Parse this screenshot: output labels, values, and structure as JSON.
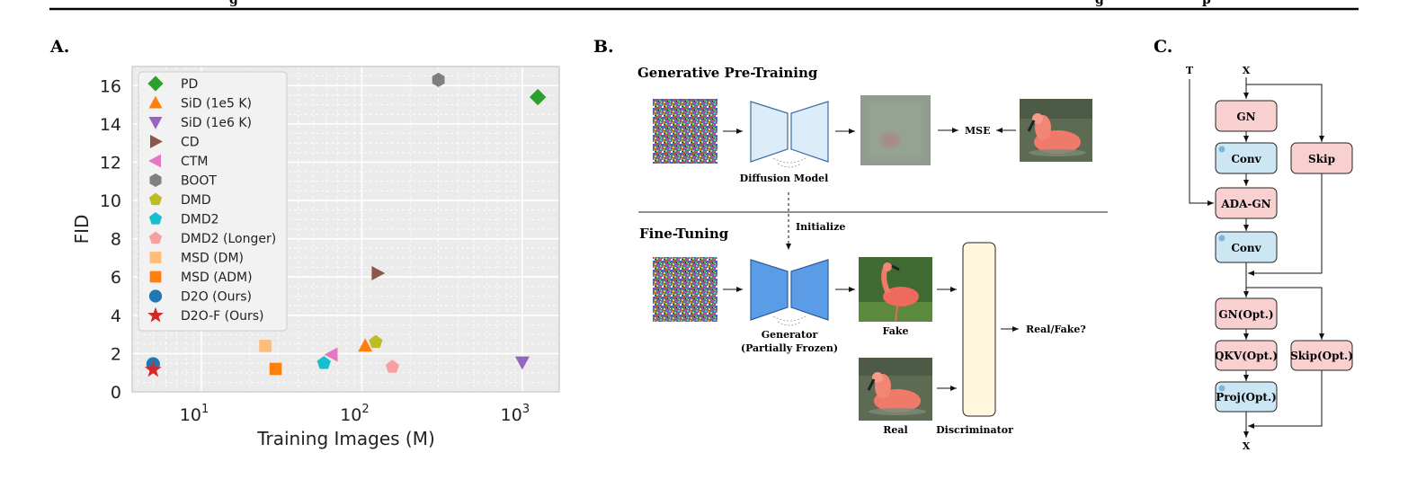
{
  "header_fragment_left": "g",
  "header_fragment_right": "g",
  "header_fragment_right2": "p",
  "panels": {
    "a": "A.",
    "b": "B.",
    "c": "C."
  },
  "chart_data": {
    "type": "scatter",
    "title": "",
    "xlabel": "Training Images (M)",
    "ylabel": "FID",
    "xscale": "log",
    "xlim": [
      3.7,
      1700
    ],
    "ylim": [
      0,
      17
    ],
    "xticks": [
      10,
      100,
      1000
    ],
    "xtick_labels": [
      [
        "10",
        "1"
      ],
      [
        "10",
        "2"
      ],
      [
        "10",
        "3"
      ]
    ],
    "yticks": [
      0,
      2,
      4,
      6,
      8,
      10,
      12,
      14,
      16
    ],
    "grid": true,
    "legend_position": "top-left",
    "series": [
      {
        "name": "PD",
        "marker": "diamond",
        "color": "#2ca02c",
        "points": [
          [
            1250,
            15.4
          ]
        ]
      },
      {
        "name": "SiD (1e5 K)",
        "marker": "triangle-up",
        "color": "#ff7f0e",
        "points": [
          [
            105,
            2.4
          ]
        ]
      },
      {
        "name": "SiD (1e6 K)",
        "marker": "triangle-down",
        "color": "#9467bd",
        "points": [
          [
            1000,
            1.55
          ]
        ]
      },
      {
        "name": "CD",
        "marker": "triangle-right",
        "color": "#8c564b",
        "points": [
          [
            125,
            6.2
          ]
        ]
      },
      {
        "name": "CTM",
        "marker": "triangle-left",
        "color": "#e377c2",
        "points": [
          [
            65,
            1.95
          ]
        ]
      },
      {
        "name": "BOOT",
        "marker": "hexagon",
        "color": "#7f7f7f",
        "points": [
          [
            300,
            16.3
          ]
        ]
      },
      {
        "name": "DMD",
        "marker": "pentagon",
        "color": "#bcbd22",
        "points": [
          [
            122,
            2.6
          ]
        ]
      },
      {
        "name": "DMD2",
        "marker": "pentagon",
        "color": "#17becf",
        "points": [
          [
            58,
            1.5
          ]
        ]
      },
      {
        "name": "DMD2 (Longer)",
        "marker": "pentagon",
        "color": "#f7a0a0",
        "points": [
          [
            155,
            1.3
          ]
        ]
      },
      {
        "name": "MSD (DM)",
        "marker": "square",
        "color": "#ffbb78",
        "points": [
          [
            25,
            2.4
          ]
        ]
      },
      {
        "name": "MSD (ADM)",
        "marker": "square",
        "color": "#ff7f0e",
        "points": [
          [
            29,
            1.2
          ]
        ]
      },
      {
        "name": "D2O (Ours)",
        "marker": "circle",
        "color": "#1f77b4",
        "points": [
          [
            5,
            1.45
          ]
        ]
      },
      {
        "name": "D2O-F (Ours)",
        "marker": "star",
        "color": "#d62728",
        "points": [
          [
            5,
            1.16
          ]
        ]
      }
    ]
  },
  "diagram_b": {
    "pretrain_title": "Generative Pre-Training",
    "diffusion_label": "Diffusion Model",
    "mse_label": "MSE",
    "initialize_label": "Initialize",
    "finetune_title": "Fine-Tuning",
    "generator_label_1": "Generator",
    "generator_label_2": "(Partially Frozen)",
    "fake_label": "Fake",
    "real_label": "Real",
    "discriminator_label": "Discriminator",
    "output_label": "Real/Fake?"
  },
  "diagram_c": {
    "t_label": "T",
    "x_in_label": "X",
    "x_out_label": "X",
    "blocks": [
      "GN",
      "Conv",
      "Skip",
      "ADA-GN",
      "Conv",
      "GN(Opt.)",
      "QKV(Opt.)",
      "Skip(Opt.)",
      "Proj(Opt.)"
    ]
  },
  "colors": {
    "pink_block": "#f8d0d0",
    "blue_block": "#cde6f4",
    "blue_dot": "#7fb3d9",
    "discriminator_fill": "#fff6dc",
    "generator_fill": "#5b9ce6",
    "diffusion_fill": "#dcecf8"
  }
}
